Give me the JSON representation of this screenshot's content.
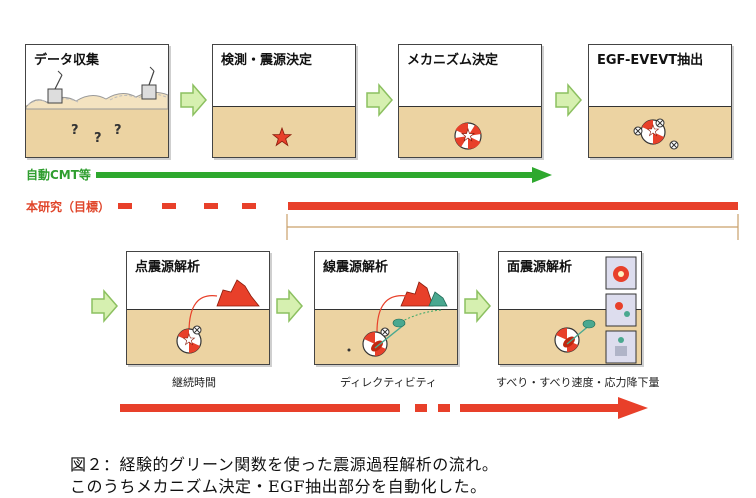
{
  "panels_top": [
    {
      "title": "データ収集"
    },
    {
      "title": "検測・震源決定"
    },
    {
      "title": "メカニズム決定"
    },
    {
      "title": "EGF-EVEVT抽出"
    }
  ],
  "panels_bottom": [
    {
      "title": "点震源解析",
      "subtitle": "継続時間"
    },
    {
      "title": "線震源解析",
      "subtitle": "ディレクティビティ"
    },
    {
      "title": "面震源解析",
      "subtitle": "すべり・すべり速度・応力降下量"
    }
  ],
  "question_marks": [
    "?",
    "?",
    "?"
  ],
  "bars": {
    "auto_label": "自動CMT等",
    "research_label": "本研究（目標）"
  },
  "colors": {
    "ground": "#ecd3a2",
    "green_bar": "#2ea82e",
    "red_bar": "#e8402a",
    "flow_arrow_fill": "#d6f0b0",
    "flow_arrow_stroke": "#8cc060"
  },
  "caption": {
    "line1": "図２：経験的グリーン関数を使った震源過程解析の流れ。",
    "line2": "このうちメカニズム決定・EGF抽出部分を自動化した。"
  }
}
